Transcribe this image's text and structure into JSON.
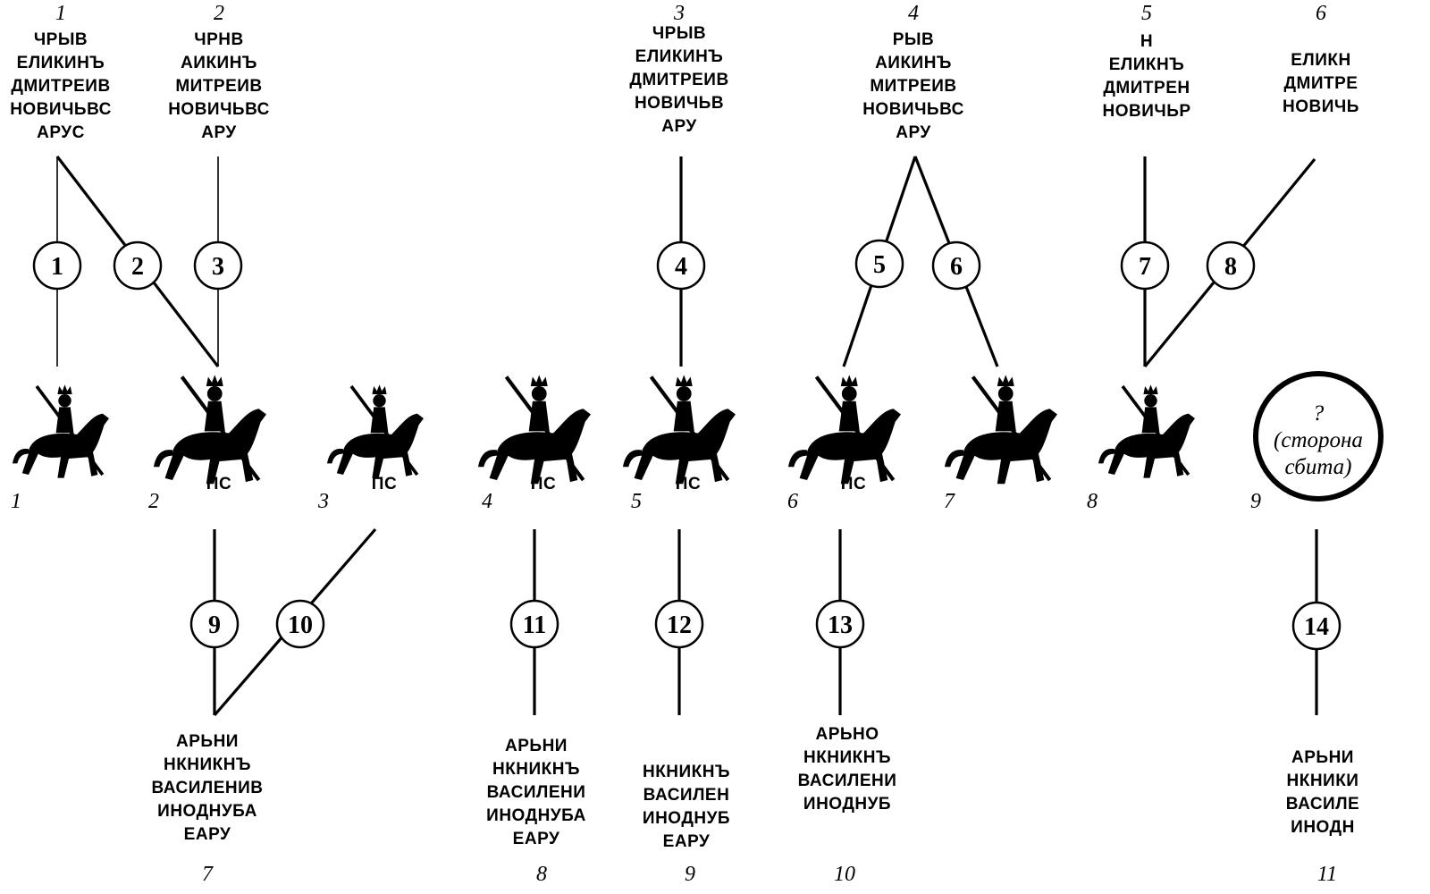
{
  "top_seals": [
    {
      "label": "1",
      "lines": [
        "ЧРЫВ",
        "ЕЛИКИНЪ",
        "ДМИТРЕИВ",
        "НОВИЧЬВС",
        "АРУС"
      ]
    },
    {
      "label": "2",
      "lines": [
        "ЧРНВ",
        "АИКИНЪ",
        "МИТРЕИВ",
        "НОВИЧЬВС",
        "АРУ"
      ]
    },
    {
      "label": "3",
      "lines": [
        "ЧРЫВ",
        "ЕЛИКИНЪ",
        "ДМИТРЕИВ",
        "НОВИЧЬВ",
        "АРУ"
      ]
    },
    {
      "label": "4",
      "lines": [
        "РЫВ",
        "АИКИНЪ",
        "МИТРЕИВ",
        "НОВИЧЬВС",
        "АРУ"
      ]
    },
    {
      "label": "5",
      "lines": [
        "Н",
        "ЕЛИКНЪ",
        "ДМИТРЕН",
        "НОВИЧЬР",
        ""
      ]
    },
    {
      "label": "6",
      "lines": [
        "ЕЛИКН",
        "ДМИТРЕ",
        "НОВИЧЬ"
      ]
    }
  ],
  "middle_seals": [
    {
      "label": "1",
      "inscription": ""
    },
    {
      "label": "2",
      "inscription": "ПС"
    },
    {
      "label": "3",
      "inscription": "ПС"
    },
    {
      "label": "4",
      "inscription": "ПС"
    },
    {
      "label": "5",
      "inscription": "ПС"
    },
    {
      "label": "6",
      "inscription": "ПС"
    },
    {
      "label": "7",
      "inscription": ""
    },
    {
      "label": "8",
      "inscription": ""
    },
    {
      "label": "9",
      "inscription": ""
    }
  ],
  "missing_side": {
    "q": "?",
    "line1": "(сторона",
    "line2": "сбита)"
  },
  "bottom_seals": [
    {
      "label": "7",
      "lines": [
        "АРЬНИ",
        "НКНИКНЪ",
        "ВАСИЛЕНИВ",
        "ИНОДНУБА",
        "ЕАРУ"
      ]
    },
    {
      "label": "8",
      "lines": [
        "АРЬНИ",
        "НКНИКНЪ",
        "ВАСИЛЕНИ",
        "ИНОДНУБА",
        "ЕАРУ"
      ]
    },
    {
      "label": "9",
      "lines": [
        "",
        "НКНИКНЪ",
        "ВАСИЛЕН",
        "ИНОДНУБ",
        "ЕАРУ"
      ]
    },
    {
      "label": "10",
      "lines": [
        "АРЬНО",
        "НКНИКНЪ",
        "ВАСИЛЕНИ",
        "ИНОДНУБ",
        ""
      ]
    },
    {
      "label": "11",
      "lines": [
        "АРЬНИ",
        "НКНИКИ",
        "ВАСИЛЕ",
        "ИНОДН"
      ]
    }
  ],
  "links": [
    {
      "label": "1"
    },
    {
      "label": "2"
    },
    {
      "label": "3"
    },
    {
      "label": "4"
    },
    {
      "label": "5"
    },
    {
      "label": "6"
    },
    {
      "label": "7"
    },
    {
      "label": "8"
    },
    {
      "label": "9"
    },
    {
      "label": "10"
    },
    {
      "label": "11"
    },
    {
      "label": "12"
    },
    {
      "label": "13"
    },
    {
      "label": "14"
    }
  ]
}
